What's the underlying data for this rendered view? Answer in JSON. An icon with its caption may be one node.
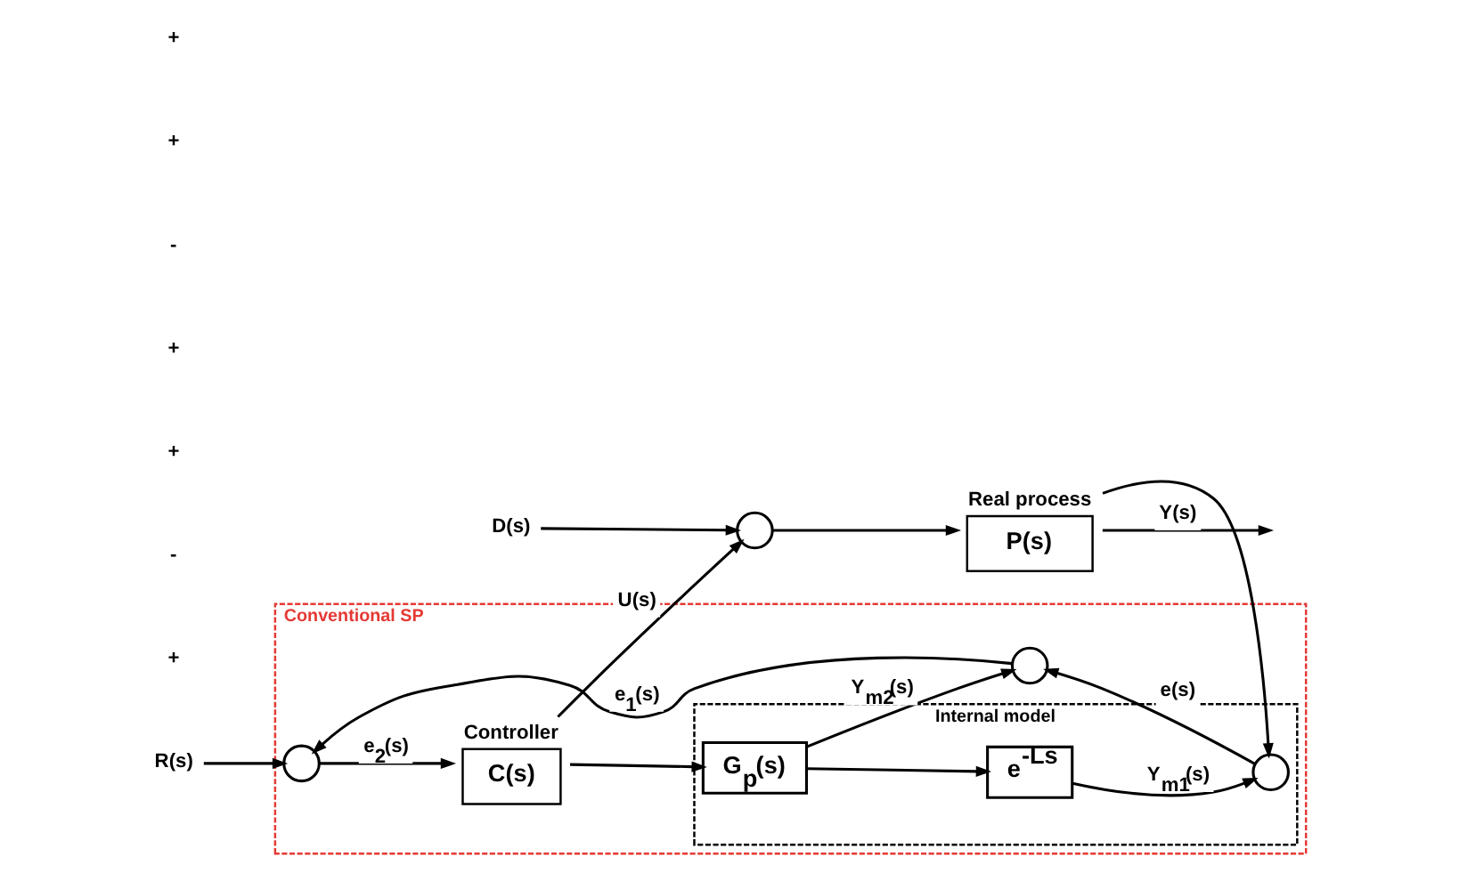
{
  "diagram": {
    "nodes": [
      {
        "text": [
          "Conventional SP"
        ]
      },
      {
        "text": [
          "R(s)"
        ]
      },
      {
        "text": [],
        "shape": "circle",
        "in": 0
      },
      {
        "text": [
          "Controller",
          "C(s)"
        ],
        "in": 0
      },
      {
        "text": [
          "D(s)"
        ]
      },
      {
        "text": [],
        "shape": "circle"
      },
      {
        "text": [
          "Real process",
          "P(s)"
        ]
      },
      {
        "text": [
          "Internal model"
        ],
        "in": 0
      },
      {
        "text": [
          "G$_{p}$(s)"
        ],
        "in": 7
      },
      {
        "text": [
          "e$^{-Ls}$"
        ],
        "in": 7
      },
      {
        "text": [],
        "shape": "circle",
        "in": 7
      },
      {
        "text": [],
        "shape": "circle",
        "in": 0
      }
    ],
    "edges": [
      {
        "from": 1,
        "to": 2,
        "arrow": "to"
      },
      {
        "from": 2,
        "to": 3,
        "arrow": "to",
        "label": "e$_{2}$(s)"
      },
      {
        "from": 3,
        "to": 5,
        "arrow": "to",
        "label": "U(s)"
      },
      {
        "from": 4,
        "to": 5,
        "arrow": "to"
      },
      {
        "from": 5,
        "to": 6,
        "arrow": "to"
      },
      {
        "from": 6,
        "to": null,
        "arrow": "to",
        "label": "Y(s)"
      },
      {
        "from": 6,
        "to": 10,
        "arrow": "to"
      },
      {
        "from": 3,
        "to": 8,
        "arrow": "to"
      },
      {
        "from": 8,
        "to": 9,
        "arrow": "to"
      },
      {
        "from": 9,
        "to": 10,
        "arrow": "to",
        "label": "Y$_{m1}$(s)"
      },
      {
        "from": 8,
        "to": 11,
        "arrow": "to",
        "label": "Y$_{m2}$(s)"
      },
      {
        "from": 10,
        "to": 11,
        "arrow": "to",
        "label": "e(s)"
      },
      {
        "from": 11,
        "to": 2,
        "arrow": "to",
        "label": "e$_{1}$(s)"
      }
    ],
    "labels": [
      "+",
      "-",
      "+",
      "+",
      "-",
      "+",
      "+"
    ]
  }
}
